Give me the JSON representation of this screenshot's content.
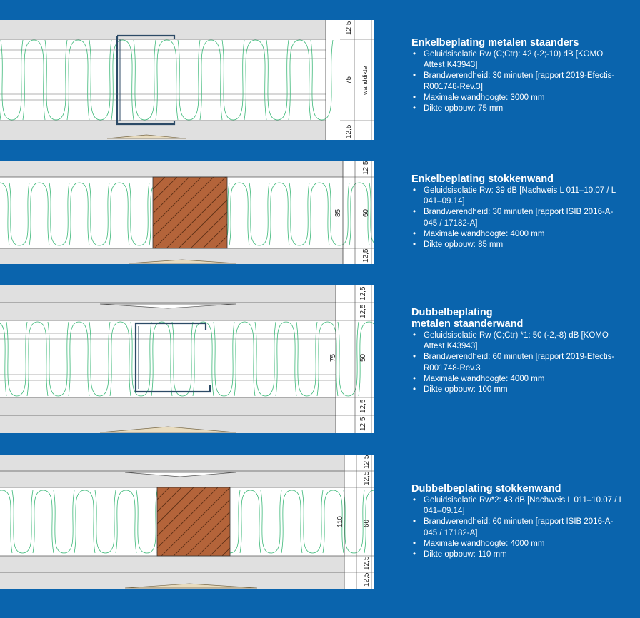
{
  "sections": [
    {
      "title_lines": [
        "Enkelbeplating metalen staanders"
      ],
      "bullets": [
        "Geluidsisolatie Rw (C;Ctr): 42 (-2;-10) dB [KOMO Attest K43943]",
        "Brandwerendheid: 30 minuten [rapport 2019-Efectis-R001748-Rev.3]",
        "Maximale wandhoogte: 3000 mm",
        "Dikte opbouw: 75 mm"
      ],
      "dims": {
        "top": "12,5",
        "middle": "75",
        "bottom": "12,5",
        "side_label": "wanddikte"
      }
    },
    {
      "title_lines": [
        "Enkelbeplating stokkenwand"
      ],
      "bullets": [
        "Geluidsisolatie Rw: 39 dB [Nachweis L 011–10.07 / L 041–09.14]",
        "Brandwerendheid: 30 minuten [rapport ISIB 2016-A-045 / 17182-A]",
        "Maximale wandhoogte: 4000 mm",
        "Dikte opbouw: 85 mm"
      ],
      "dims": {
        "top": "12,5",
        "total": "85",
        "middle": "60",
        "bottom": "12,5"
      }
    },
    {
      "title_lines": [
        "Dubbelbeplating",
        "metalen staanderwand"
      ],
      "bullets": [
        "Geluidsisolatie Rw (C;Ctr) *1: 50 (-2,-8) dB [KOMO Attest K43943]",
        "Brandwerendheid: 60 minuten [rapport 2019-Efectis-R001748-Rev.3",
        "Maximale wandhoogte: 4000 mm",
        "Dikte opbouw: 100 mm"
      ],
      "dims": {
        "top1": "12,5",
        "top2": "12,5",
        "total": "75",
        "middle": "50",
        "bottom1": "12,5",
        "bottom2": "12,5"
      }
    },
    {
      "title_lines": [
        "Dubbelbeplating stokkenwand"
      ],
      "bullets": [
        "Geluidsisolatie Rw*2: 43 dB [Nachweis L 011–10.07 / L 041–09.14]",
        "Brandwerendheid: 60 minuten [rapport ISIB 2016-A-045 / 17182-A]",
        "Maximale wandhoogte: 4000 mm",
        "Dikte opbouw: 110 mm"
      ],
      "dims": {
        "top1": "12,5",
        "top2": "12,5",
        "total": "110",
        "middle": "60",
        "bottom1": "12,5",
        "bottom2": "12,5"
      }
    }
  ],
  "colors": {
    "background": "#0a64ad",
    "board": "#e0e0e0",
    "insulation_line": "#3cb878",
    "metal_stud": "#2c4a66",
    "timber_stud": "#b4643a"
  }
}
